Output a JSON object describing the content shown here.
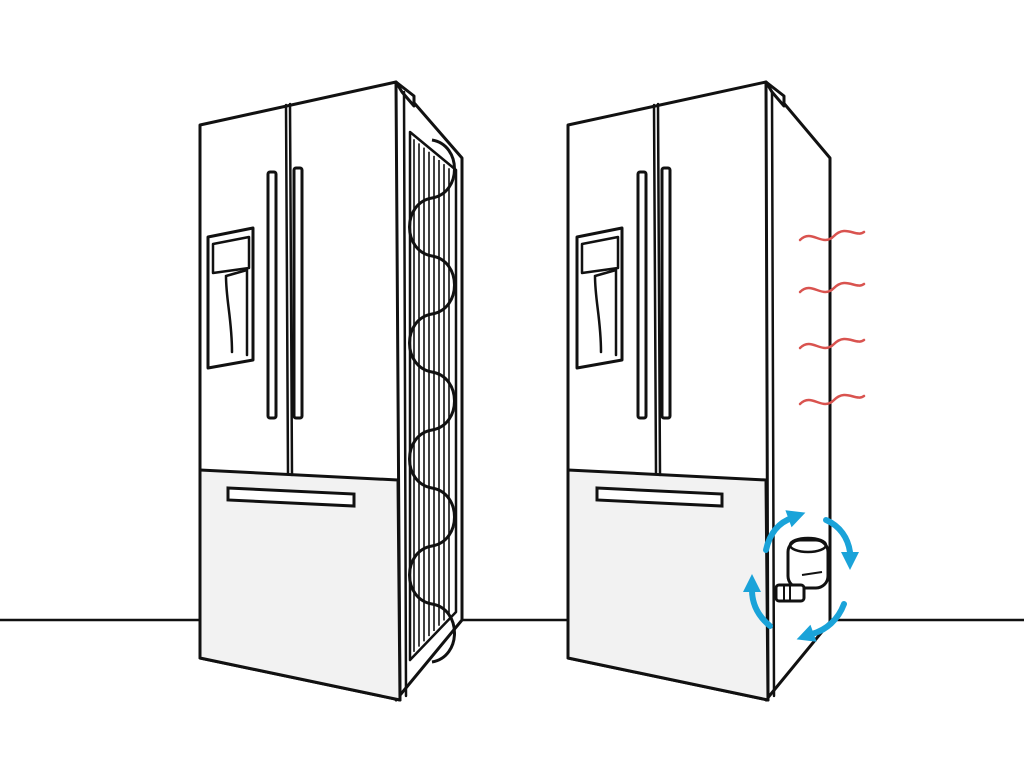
{
  "colors": {
    "background": "#ffffff",
    "outline": "#111111",
    "heat_waves": "#d9534f",
    "airflow_arrows": "#1aa3d9",
    "drawer_fill": "#f2f2f2"
  },
  "illustrations": [
    {
      "name": "refrigerator-external-coil",
      "features": [
        "french-doors",
        "water-dispenser",
        "bottom-freezer-drawer",
        "condenser-coil-on-side"
      ]
    },
    {
      "name": "refrigerator-internal-condenser",
      "features": [
        "french-doors",
        "water-dispenser",
        "bottom-freezer-drawer",
        "heat-waves",
        "compressor-with-airflow-arrows"
      ]
    }
  ],
  "icons": [
    "condenser-coil-icon",
    "heat-wave-icon",
    "compressor-icon",
    "airflow-arrow-icon"
  ]
}
